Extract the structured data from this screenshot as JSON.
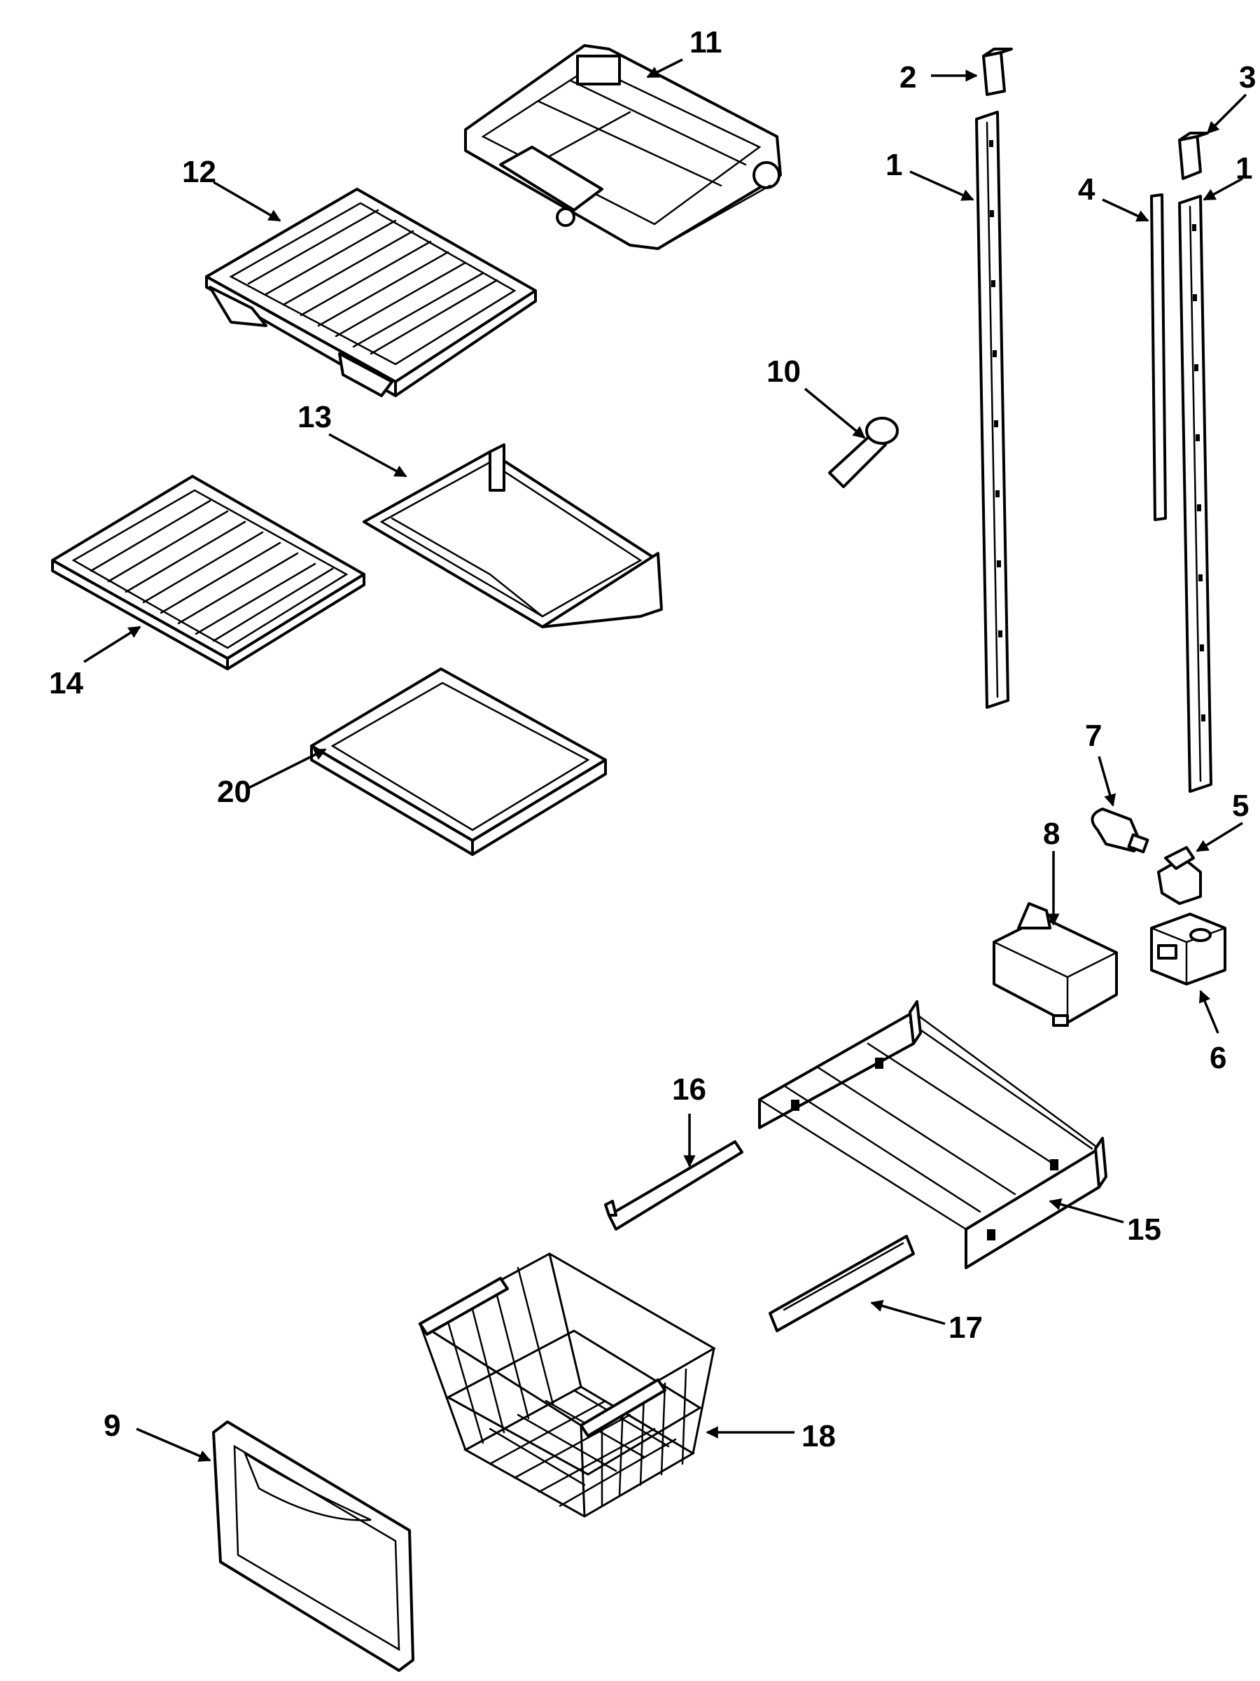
{
  "labels": {
    "p1a": "1",
    "p1b": "1",
    "p2": "2",
    "p3": "3",
    "p4": "4",
    "p5": "5",
    "p6": "6",
    "p7": "7",
    "p8": "8",
    "p9": "9",
    "p10": "10",
    "p11": "11",
    "p12": "12",
    "p13": "13",
    "p14": "14",
    "p15": "15",
    "p16": "16",
    "p17": "17",
    "p18": "18",
    "p20": "20"
  },
  "colors": {
    "line": "#000000",
    "background": "#ffffff"
  }
}
